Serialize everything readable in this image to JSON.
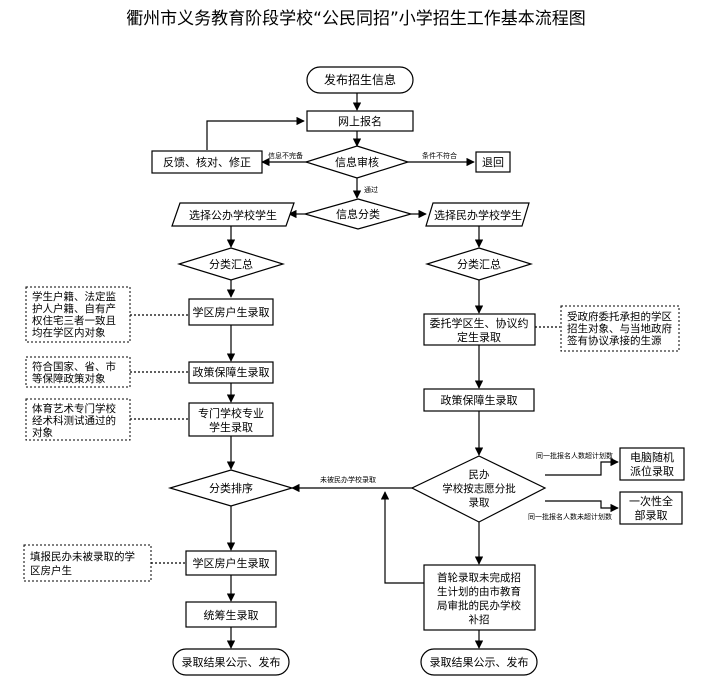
{
  "title": "衢州市义务教育阶段学校“公民同招”小学招生工作基本流程图",
  "nodes": {
    "publish": "发布招生信息",
    "register": "网上报名",
    "feedback": "反馈、核对、修正",
    "review": "信息审核",
    "return": "退回",
    "classify": "信息分类",
    "choose_public": "选择公办学校学生",
    "choose_private": "选择民办学校学生",
    "summary_left": "分类汇总",
    "summary_right": "分类汇总",
    "school_district_1": "学区房户生录取",
    "policy_left": "政策保障生录取",
    "special_school": [
      "专门学校专业",
      "学生录取"
    ],
    "sort": "分类排序",
    "school_district_2": "学区房户生录取",
    "overall": "统筹生录取",
    "publish_left": "录取结果公示、发布",
    "entrusted": [
      "委托学区生、协议约",
      "定生录取"
    ],
    "policy_right": "政策保障生录取",
    "private_batch": [
      "民办",
      "学校按志愿分批",
      "录取"
    ],
    "computer": [
      "电脑随机",
      "派位录取"
    ],
    "one_time": [
      "一次性全",
      "部录取"
    ],
    "first_round": [
      "首轮录取未完成招",
      "生计划的由市教育",
      "局审批的民办学校",
      "补招"
    ],
    "publish_right": "录取结果公示、发布"
  },
  "edge_labels": {
    "info_incomplete": "信息不完备",
    "condition_not_met": "条件不符合",
    "passed": "通过",
    "not_admitted": "未被民办学校录取",
    "exceeds_plan": "同一批报名人数超计划数",
    "not_exceeds_plan": "同一批报名人数未超计划数"
  },
  "notes": {
    "note_household": [
      "学生户籍、法定监",
      "护人户籍、自有产",
      "权住宅三者一致且",
      "均在学区内对象"
    ],
    "note_policy": [
      "符合国家、省、市",
      "等保障政策对象"
    ],
    "note_arts": [
      "体育艺术专门学校",
      "经术科测试通过的",
      "对象"
    ],
    "note_unadmitted": [
      "填报民办未被录取的学",
      "区房户生"
    ],
    "note_entrusted": [
      "受政府委托承担的学区",
      "招生对象、与当地政府",
      "签有协议承接的生源"
    ]
  }
}
